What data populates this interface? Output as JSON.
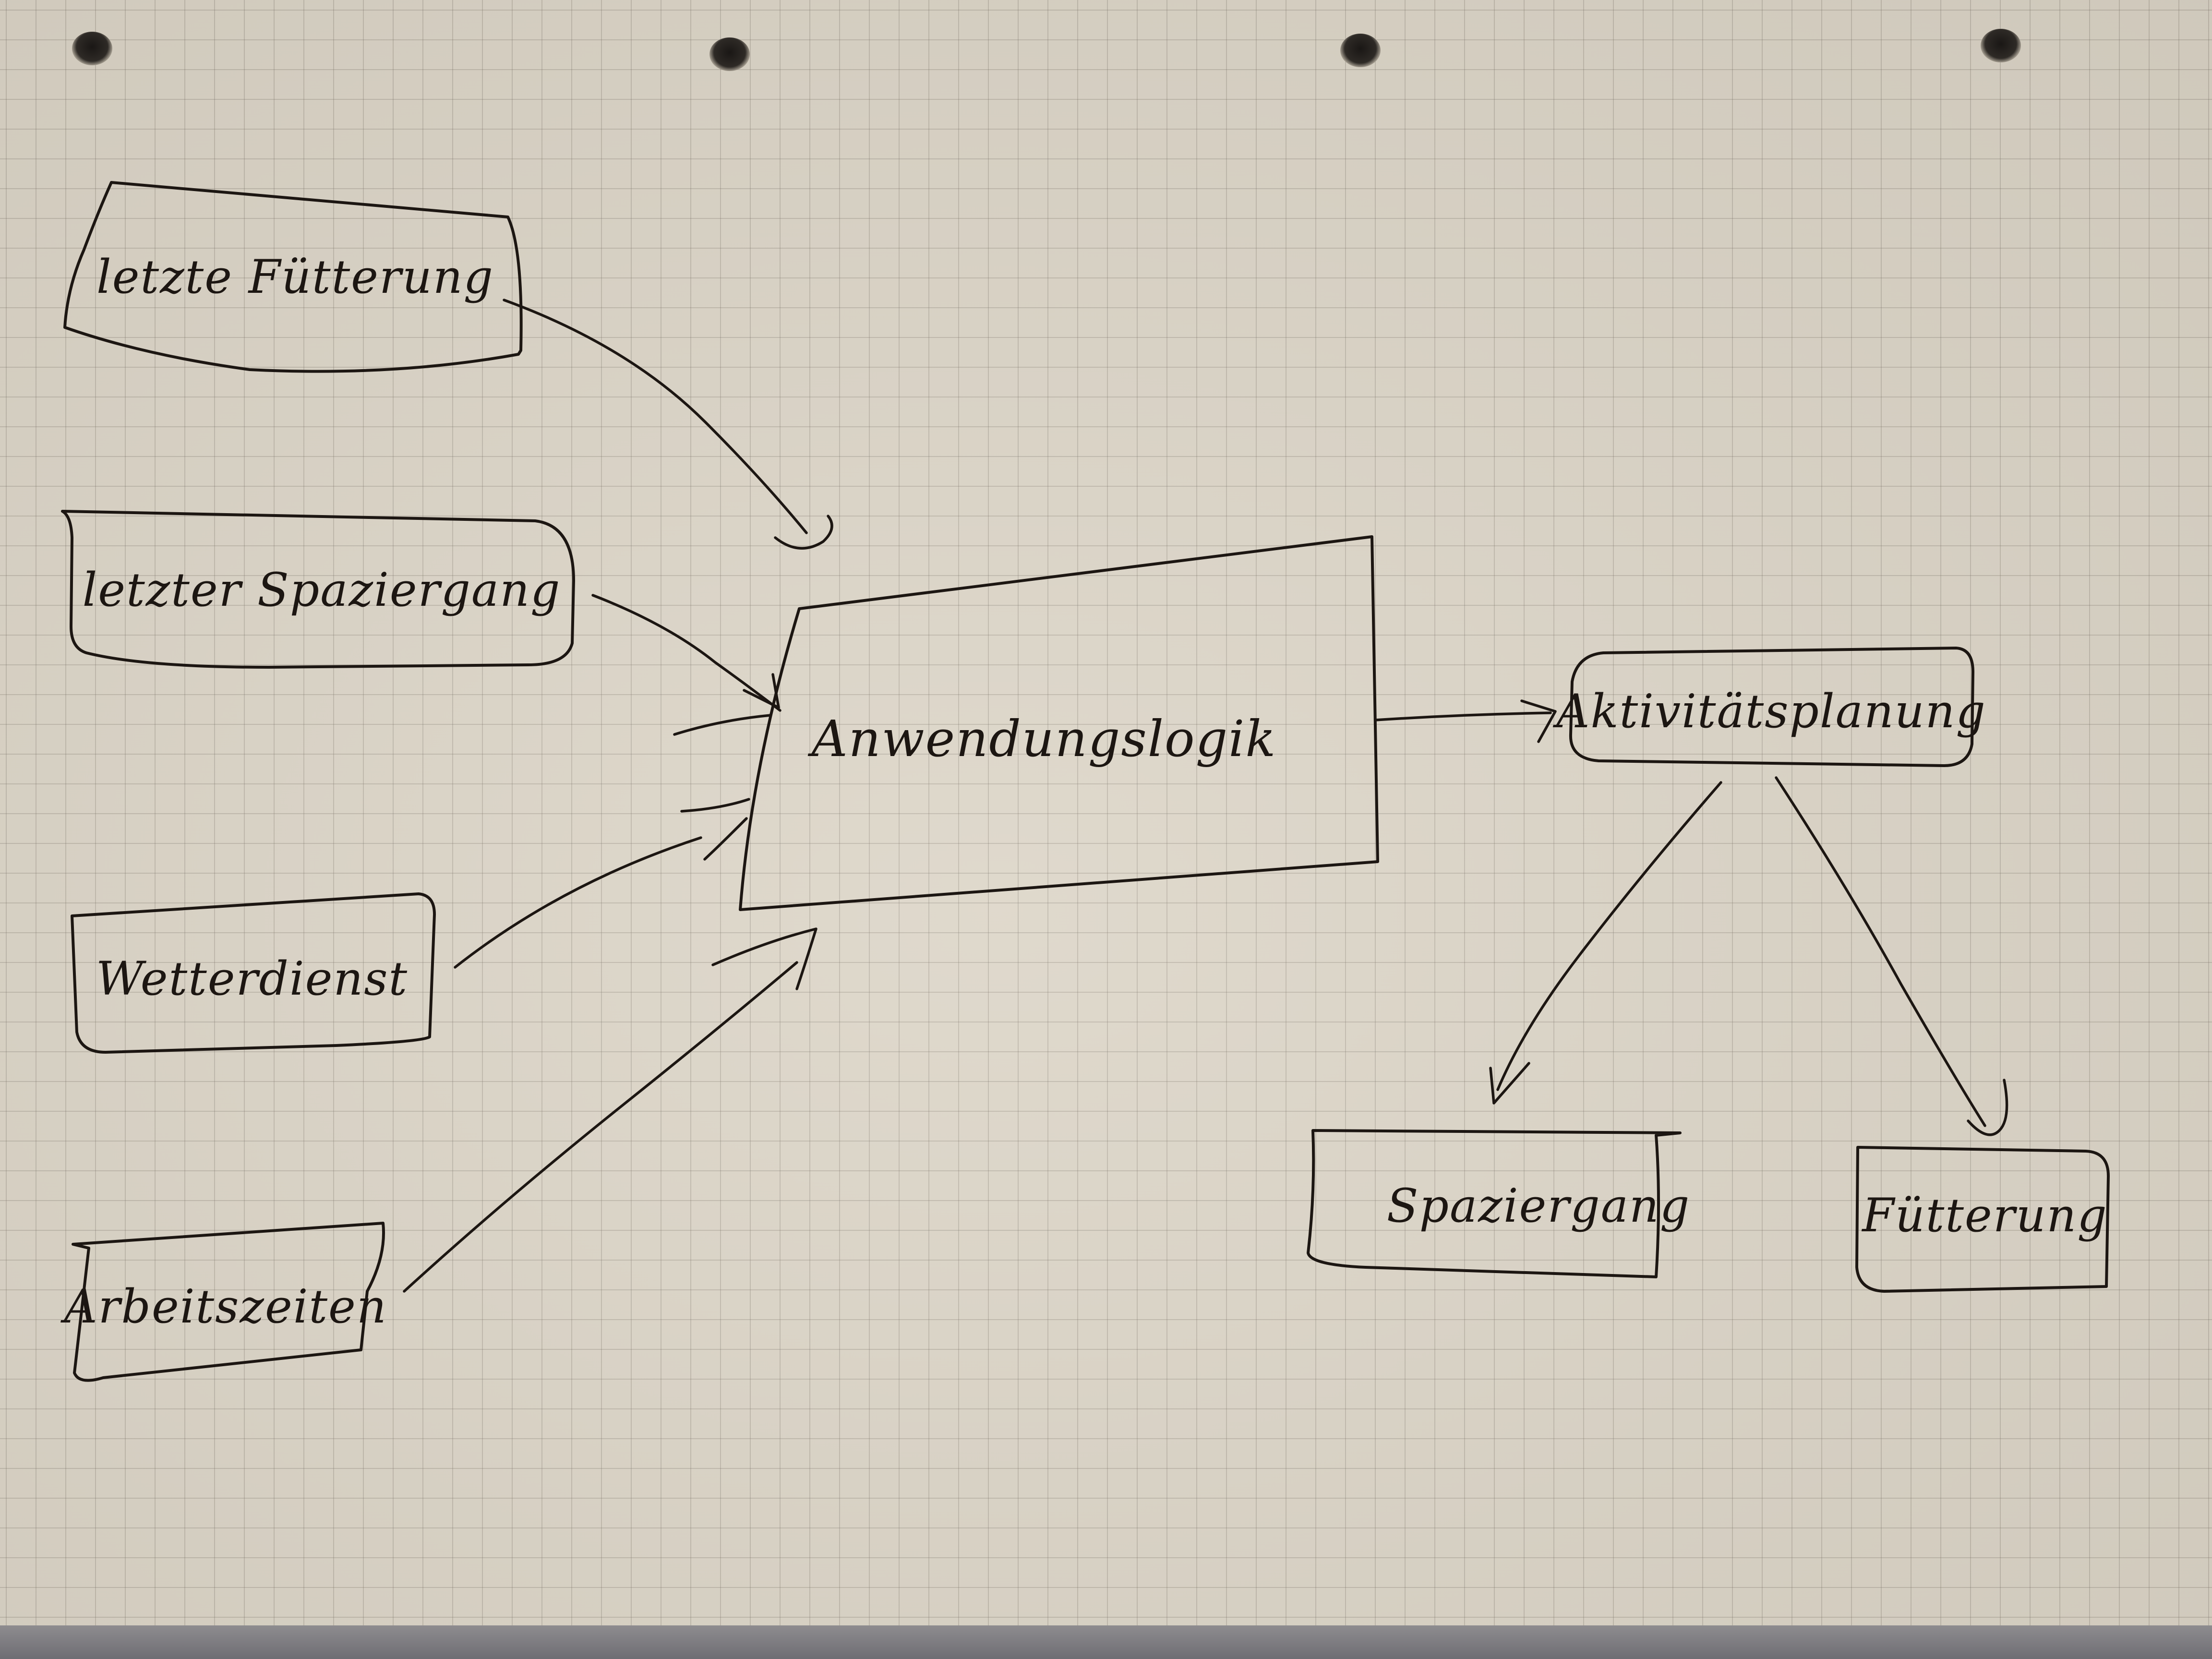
{
  "diagram": {
    "inputs": [
      {
        "id": "letzte-fuetterung",
        "label": "letzte Fütterung"
      },
      {
        "id": "letzter-spaziergang",
        "label": "letzter Spaziergang"
      },
      {
        "id": "wetterdienst",
        "label": "Wetterdienst"
      },
      {
        "id": "arbeitszeiten",
        "label": "Arbeitszeiten"
      }
    ],
    "center": {
      "id": "anwendungslogik",
      "label": "Anwendungslogik"
    },
    "planner": {
      "id": "aktivitaetsplanung",
      "label": "Aktivitätsplanung"
    },
    "outputs": [
      {
        "id": "spaziergang",
        "label": "Spaziergang"
      },
      {
        "id": "fuetterung",
        "label": "Fütterung"
      }
    ],
    "connections": [
      {
        "from": "letzte-fuetterung",
        "to": "anwendungslogik"
      },
      {
        "from": "letzter-spaziergang",
        "to": "anwendungslogik"
      },
      {
        "from": "wetterdienst",
        "to": "anwendungslogik"
      },
      {
        "from": "arbeitszeiten",
        "to": "anwendungslogik"
      },
      {
        "from": "anwendungslogik",
        "to": "aktivitaetsplanung"
      },
      {
        "from": "aktivitaetsplanung",
        "to": "spaziergang"
      },
      {
        "from": "aktivitaetsplanung",
        "to": "fuetterung"
      }
    ]
  }
}
